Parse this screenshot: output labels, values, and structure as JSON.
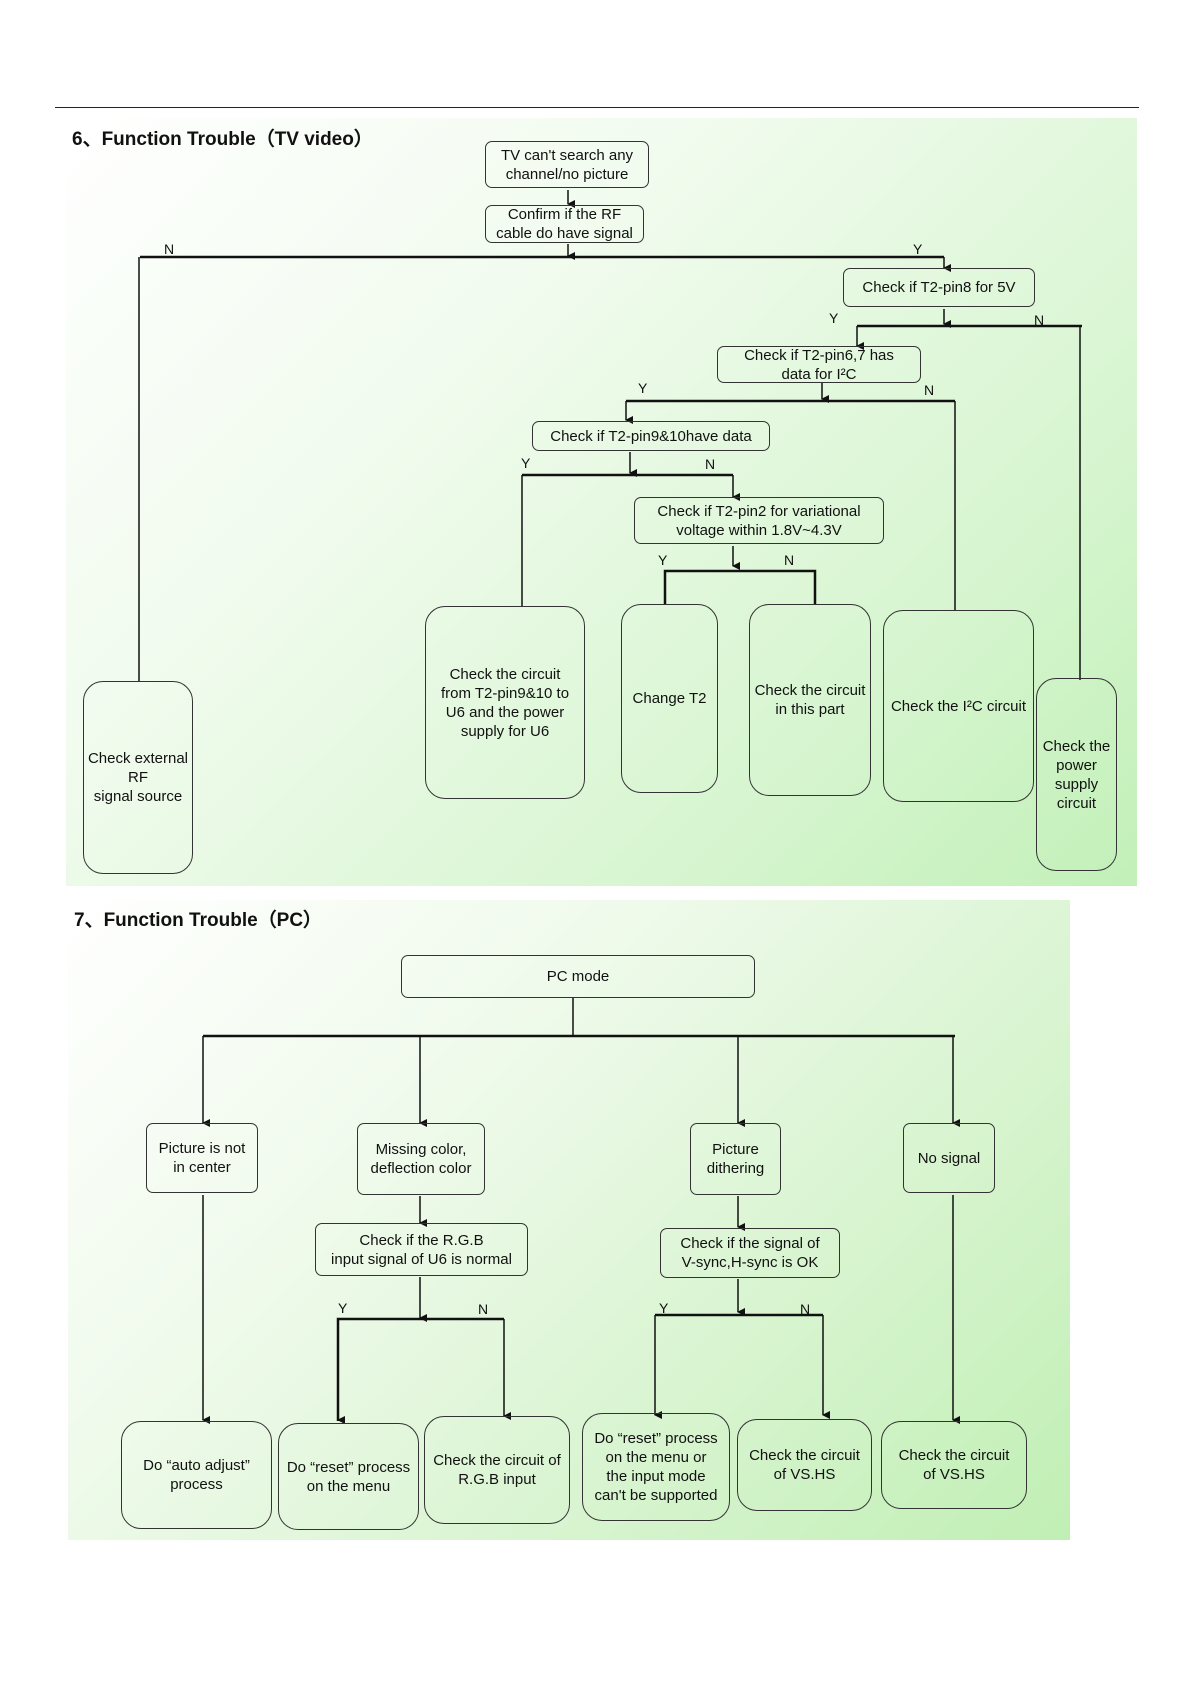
{
  "section1": {
    "heading": "6、Function Trouble（TV video）",
    "start": "TV can't search any\nchannel/no picture",
    "confirm_rf": "Confirm if the RF\ncable do have signal",
    "t2_pin8": "Check if T2-pin8 for 5V",
    "t2_pin67": "Check if T2-pin6,7 has\ndata for I²C",
    "t2_pin910": "Check if T2-pin9&10have data",
    "t2_pin2": "Check if T2-pin2 for variational\nvoltage within 1.8V~4.3V",
    "r_circuit_u6": "Check the circuit\nfrom T2-pin9&10 to\nU6 and the power\nsupply for U6",
    "r_change_t2": "Change T2",
    "r_this_part": "Check the circuit\nin this part",
    "r_i2c": "Check the I²C circuit",
    "r_power": "Check the\npower\nsupply\ncircuit",
    "r_external_rf": "Check external\nRF\nsignal source",
    "labels": {
      "y": "Y",
      "n": "N"
    }
  },
  "section2": {
    "heading": "7、Function Trouble（PC）",
    "start": "PC mode",
    "b_not_center": "Picture is not\nin center",
    "b_missing_color": "Missing color,\ndeflection color",
    "b_dithering": "Picture\ndithering",
    "b_no_signal": "No signal",
    "c_rgb": "Check if the R.G.B\ninput signal of U6 is normal",
    "c_vsync": "Check if the signal of\nV-sync,H-sync is OK",
    "r_auto_adjust": "Do “auto adjust”\nprocess",
    "r_reset_menu": "Do “reset” process\non the menu",
    "r_rgb_input": "Check the circuit of\nR.G.B input",
    "r_reset_mode": "Do “reset” process\non the menu or\nthe input mode\ncan't be supported",
    "r_vshs_1": "Check the circuit\nof VS.HS",
    "r_vshs_2": "Check the circuit\nof VS.HS",
    "labels": {
      "y": "Y",
      "n": "N"
    }
  }
}
